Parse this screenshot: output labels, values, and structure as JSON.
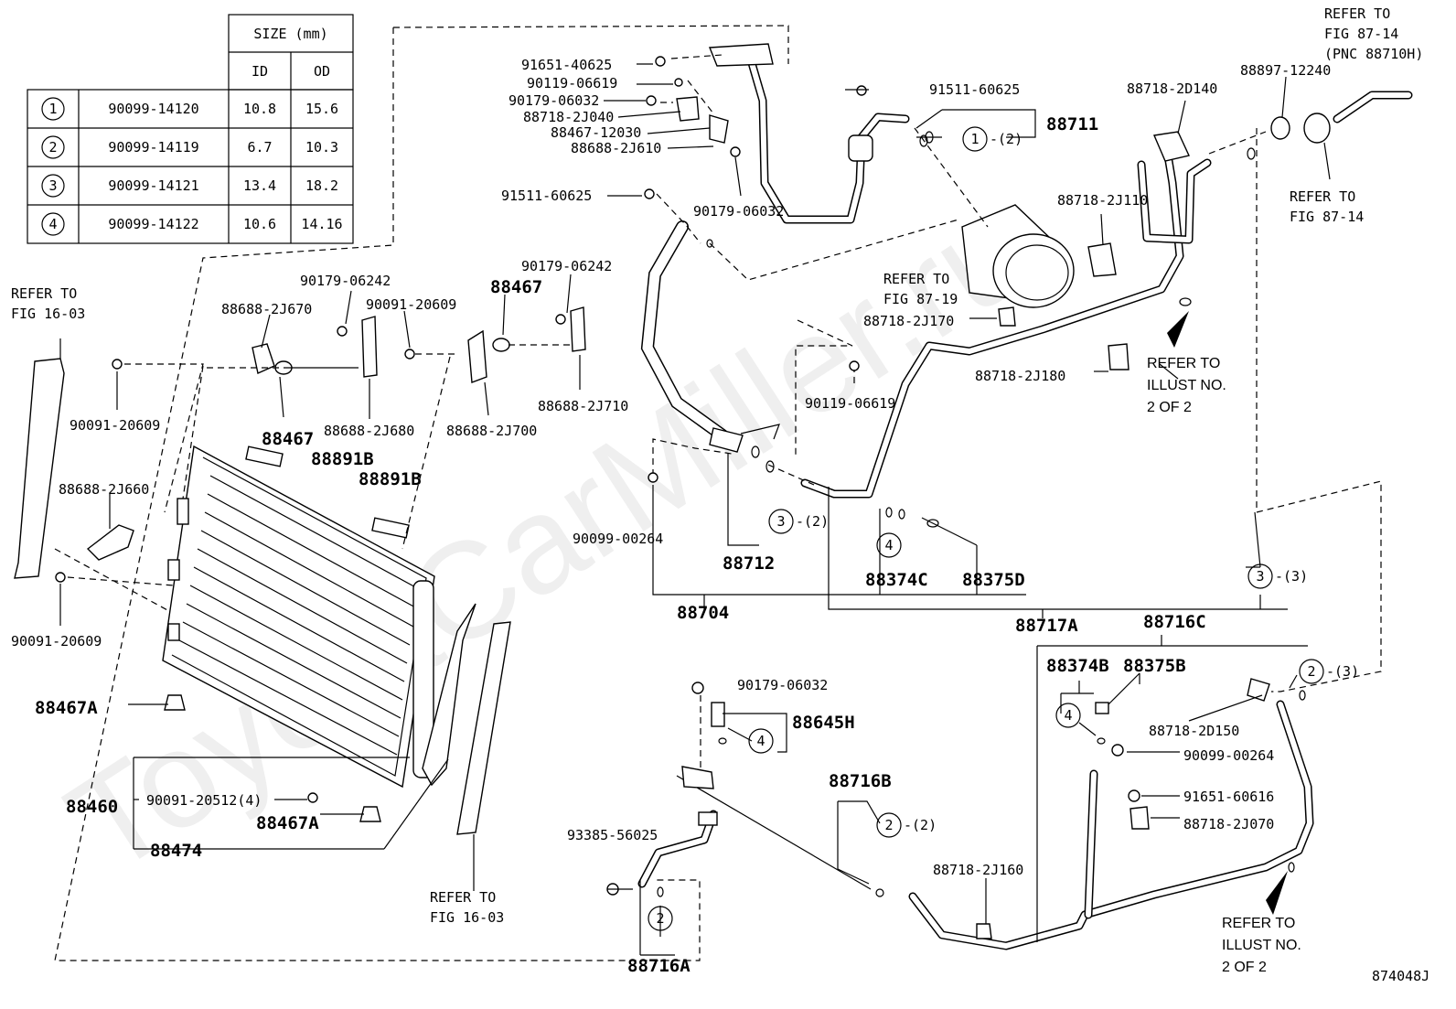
{
  "watermark": "ToyotaCarMiller.ru",
  "diagram_id": "874048J",
  "size_table": {
    "header_group": "SIZE (mm)",
    "col_id": "ID",
    "col_od": "OD",
    "rows": [
      {
        "num": "1",
        "part": "90099-14120",
        "id": "10.8",
        "od": "15.6"
      },
      {
        "num": "2",
        "part": "90099-14119",
        "id": "6.7",
        "od": "10.3"
      },
      {
        "num": "3",
        "part": "90099-14121",
        "id": "13.4",
        "od": "18.2"
      },
      {
        "num": "4",
        "part": "90099-14122",
        "id": "10.6",
        "od": "14.16"
      }
    ]
  },
  "refs": {
    "fig_1603": "REFER TO\nFIG 16-03",
    "fig_8714_pnc": "REFER TO\nFIG 87-14\n(PNC 88710H)",
    "fig_8714": "REFER TO\nFIG 87-14",
    "fig_8719": "REFER TO\nFIG 87-19",
    "illust": "REFER TO\nILLUST NO.\n2 OF 2"
  },
  "labels": {
    "p91651_40625": "91651-40625",
    "p90119_06619": "90119-06619",
    "p90179_06032": "90179-06032",
    "p88718_2J040": "88718-2J040",
    "p88467_12030": "88467-12030",
    "p88688_2J610": "88688-2J610",
    "p91511_60625": "91511-60625",
    "p88711": "88711",
    "p88718_2D140": "88718-2D140",
    "p88897_12240": "88897-12240",
    "p88718_2J110": "88718-2J110",
    "p88718_2J170": "88718-2J170",
    "p88718_2J180": "88718-2J180",
    "p90179_06242": "90179-06242",
    "p88688_2J670": "88688-2J670",
    "p90091_20609": "90091-20609",
    "p88467": "88467",
    "p88688_2J680": "88688-2J680",
    "p88688_2J700": "88688-2J700",
    "p88688_2J710": "88688-2J710",
    "p88891B": "88891B",
    "p88688_2J660": "88688-2J660",
    "p90099_00264": "90099-00264",
    "p88712": "88712",
    "p88704": "88704",
    "p88374C": "88374C",
    "p88375D": "88375D",
    "p88717A": "88717A",
    "p88716C": "88716C",
    "p88374B": "88374B",
    "p88375B": "88375B",
    "p88718_2D150": "88718-2D150",
    "p91651_60616": "91651-60616",
    "p88718_2J070": "88718-2J070",
    "p88645H": "88645H",
    "p88716B": "88716B",
    "p88718_2J160": "88718-2J160",
    "p93385_56025": "93385-56025",
    "p88716A": "88716A",
    "p88467A": "88467A",
    "p88460": "88460",
    "p90091_20512": "90091-20512(4)",
    "p88474": "88474",
    "qty2": "-(2)",
    "qty3": "-(3)",
    "n1": "1",
    "n2": "2",
    "n3": "3",
    "n4": "4"
  }
}
